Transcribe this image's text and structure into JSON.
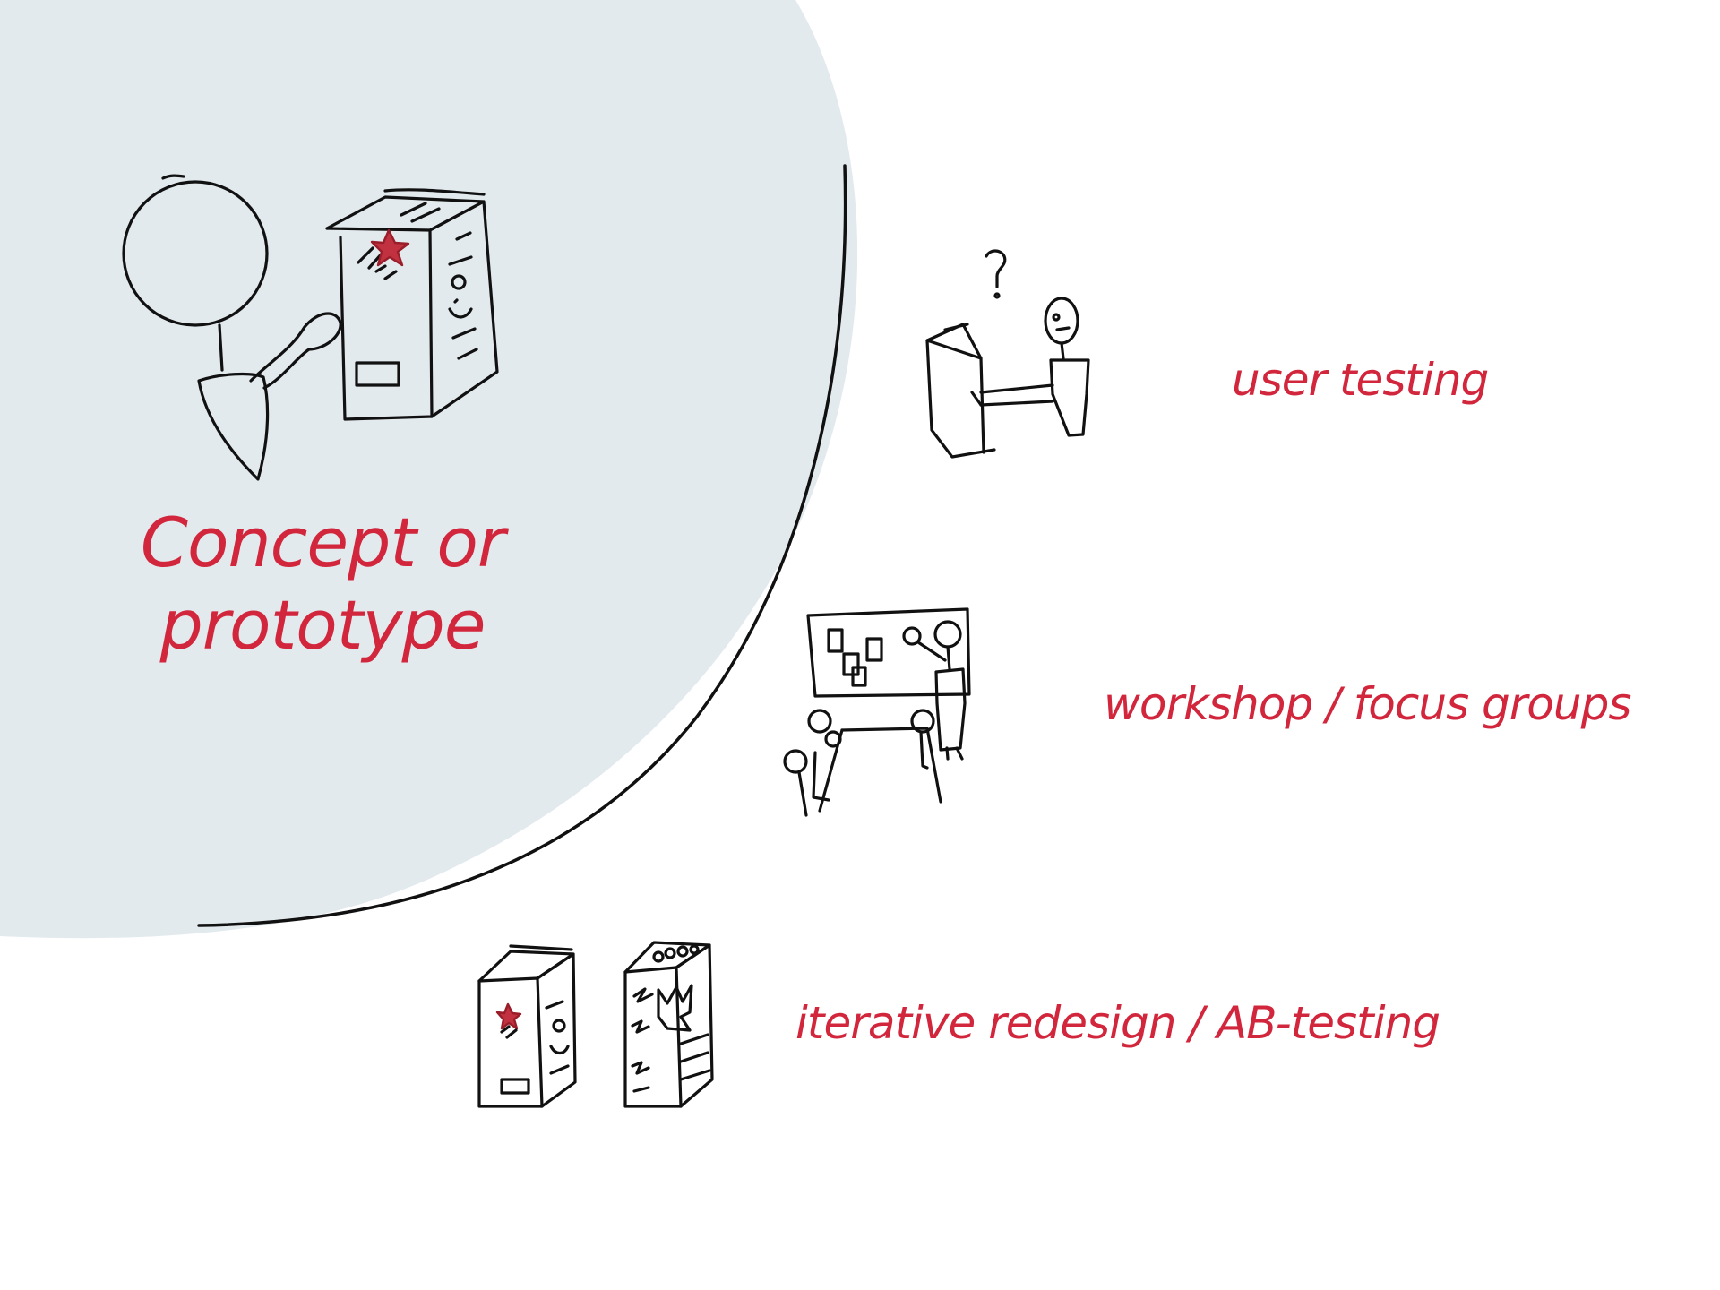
{
  "colors": {
    "background": "#ffffff",
    "highlight_area": "#e2eaee",
    "label_text": "#d2263c",
    "ink": "#111111",
    "accent_star": "#c1313f"
  },
  "concept": {
    "line1": "Concept or",
    "line2": "prototype"
  },
  "methods": [
    {
      "label": "user testing",
      "icon": "person-testing-prototype-icon"
    },
    {
      "label": "workshop / focus groups",
      "icon": "workshop-group-icon"
    },
    {
      "label": "iterative redesign / AB-testing",
      "icon": "two-prototype-versions-icon"
    }
  ]
}
